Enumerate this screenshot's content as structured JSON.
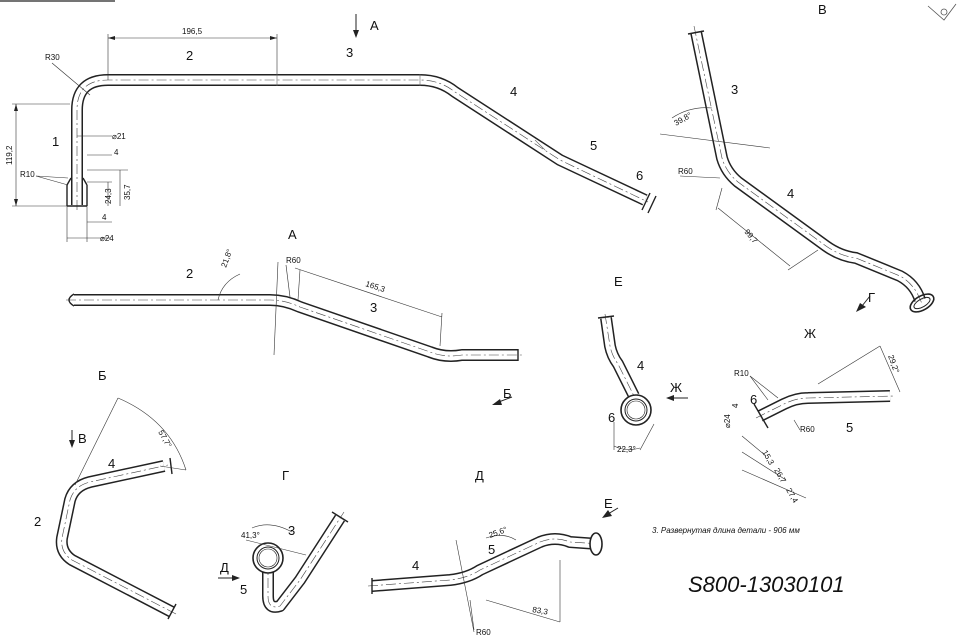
{
  "main_view": {
    "dim_length": "196,5",
    "dim_radius_bend": "R30",
    "dim_height": "119,2",
    "dim_radius_small": "R10",
    "dim_dia21": "⌀21",
    "dim_4a": "4",
    "dim_4b": "4",
    "dim_24_3": "24,3",
    "dim_35_7": "35,7",
    "dim_dia24": "⌀24",
    "segments": [
      "1",
      "2",
      "3",
      "4",
      "5",
      "6"
    ],
    "view_arrow": "А"
  },
  "view_a": {
    "title": "А",
    "angle": "21,8°",
    "radius": "R60",
    "length": "165,3",
    "segments": [
      "2",
      "3"
    ],
    "view_arrow": "Б"
  },
  "view_b": {
    "title": "Б",
    "angle": "57,7°",
    "segments": [
      "2",
      "4"
    ],
    "view_arrow": "В"
  },
  "view_v": {
    "title": "В",
    "angle": "39,8°",
    "radius": "R60",
    "length": "99,7",
    "segments": [
      "3",
      "4"
    ],
    "view_arrow": "Г"
  },
  "view_g": {
    "title": "Г",
    "angle": "41,3°",
    "segments": [
      "3",
      "5"
    ],
    "view_arrow": "Д"
  },
  "view_d": {
    "title": "Д",
    "angle": "25,6°",
    "radius": "R60",
    "length": "83,3",
    "segments": [
      "4",
      "5"
    ],
    "view_arrow": "Е"
  },
  "view_e": {
    "title": "Е",
    "angle": "22,3°",
    "segments": [
      "4",
      "6"
    ],
    "view_arrow": "Ж"
  },
  "view_zh": {
    "title": "Ж",
    "angle": "29,2°",
    "radius_small": "R10",
    "radius_big": "R60",
    "dim_4": "4",
    "dim_dia24": "⌀24",
    "dim_15_3": "15,3",
    "dim_26_7": "26,7",
    "dim_27_4": "27,4",
    "segments": [
      "6",
      "5"
    ]
  },
  "note": "3. Развернутая длина детали - 906 мм",
  "part_code": "S800-13030101"
}
